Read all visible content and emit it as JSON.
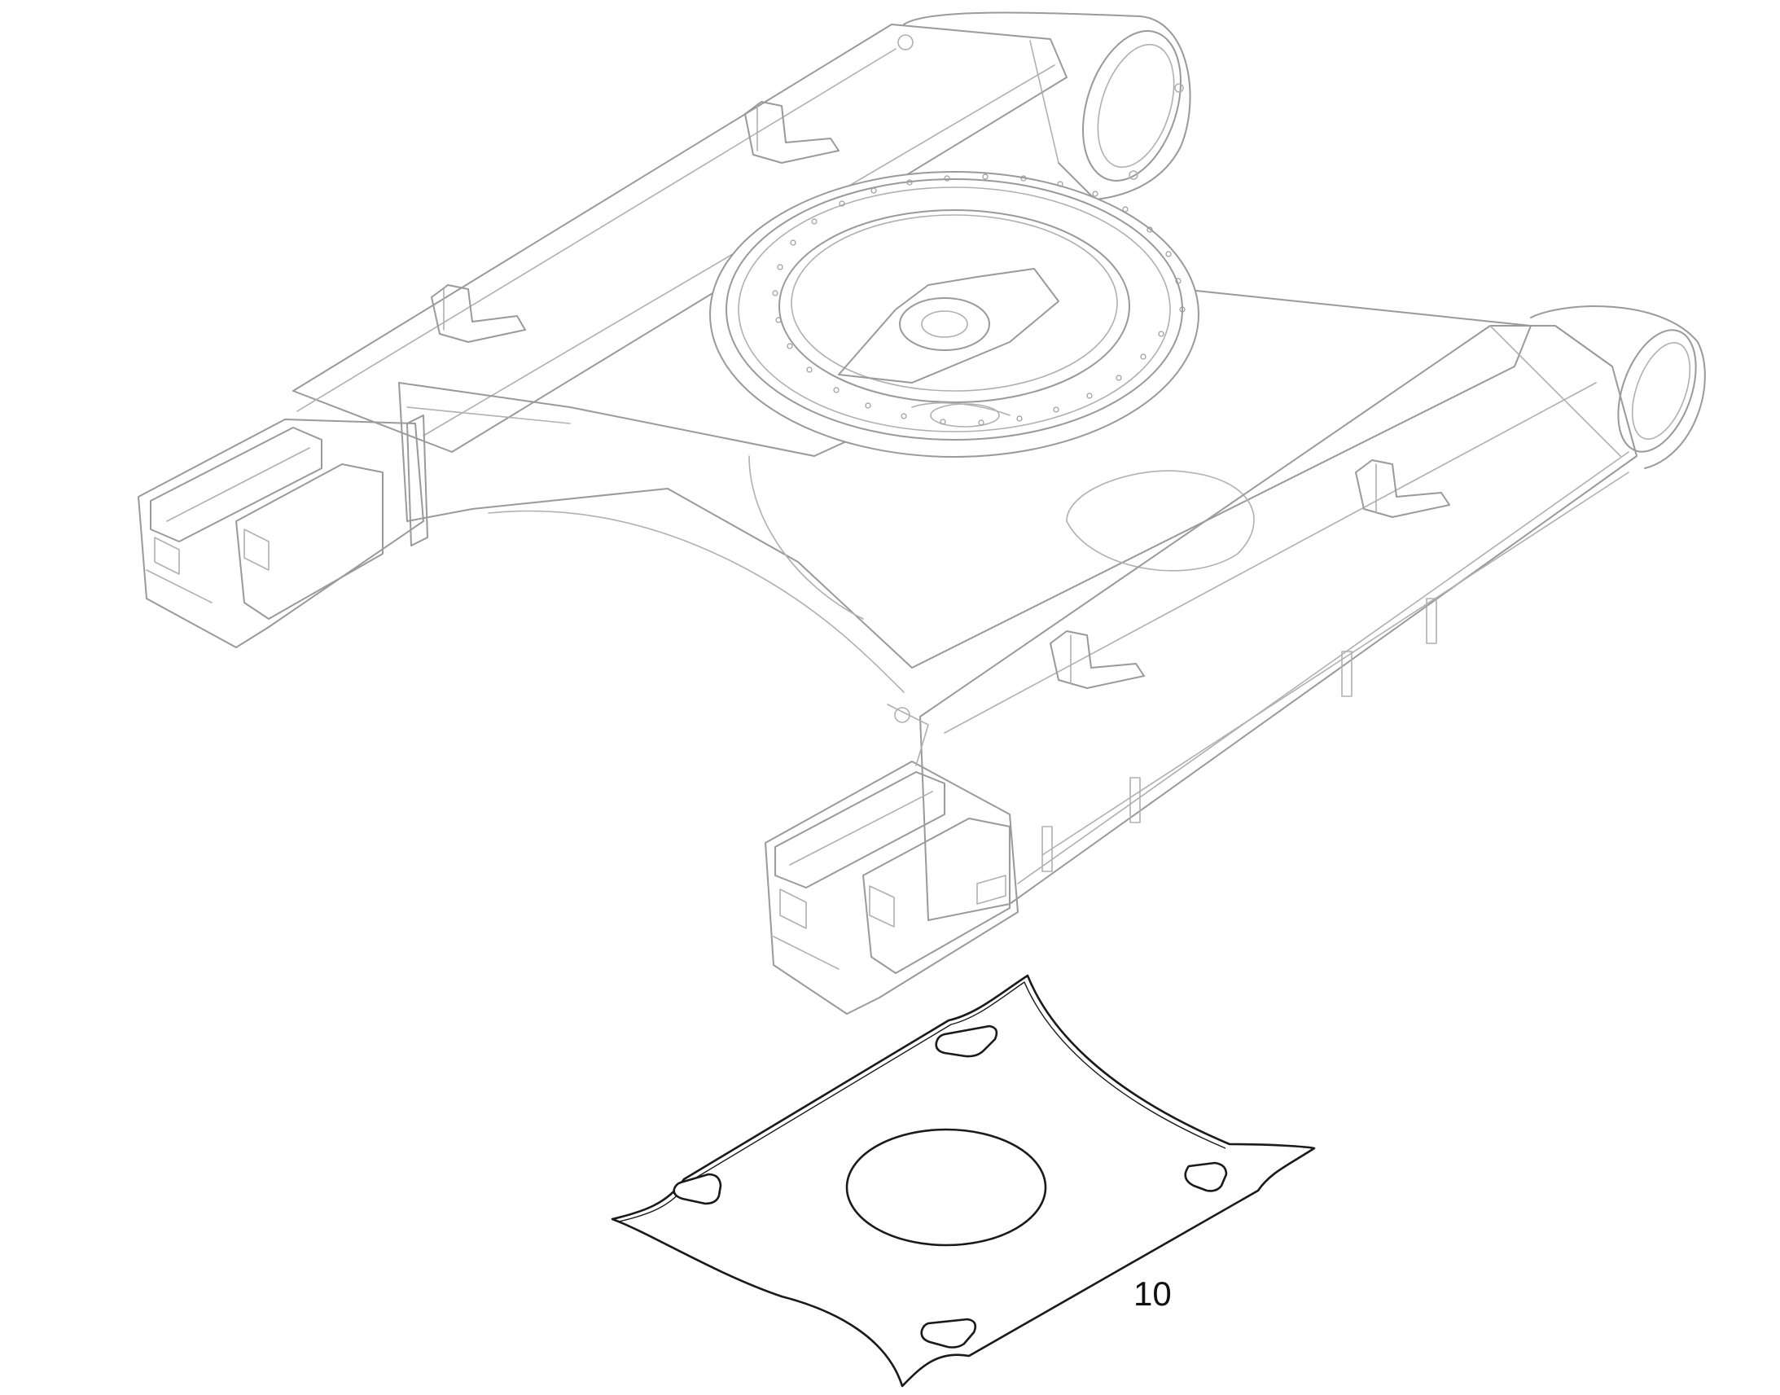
{
  "diagram": {
    "type": "exploded-parts-view",
    "parts": [
      {
        "id": "undercarriage-frame"
      },
      {
        "id": "shim-plate",
        "callout": "10"
      }
    ]
  },
  "callouts": {
    "part_10": "10"
  },
  "colors": {
    "frame_line": "#9a9a9a",
    "plate_line": "#1a1a1a",
    "background": "#ffffff"
  }
}
